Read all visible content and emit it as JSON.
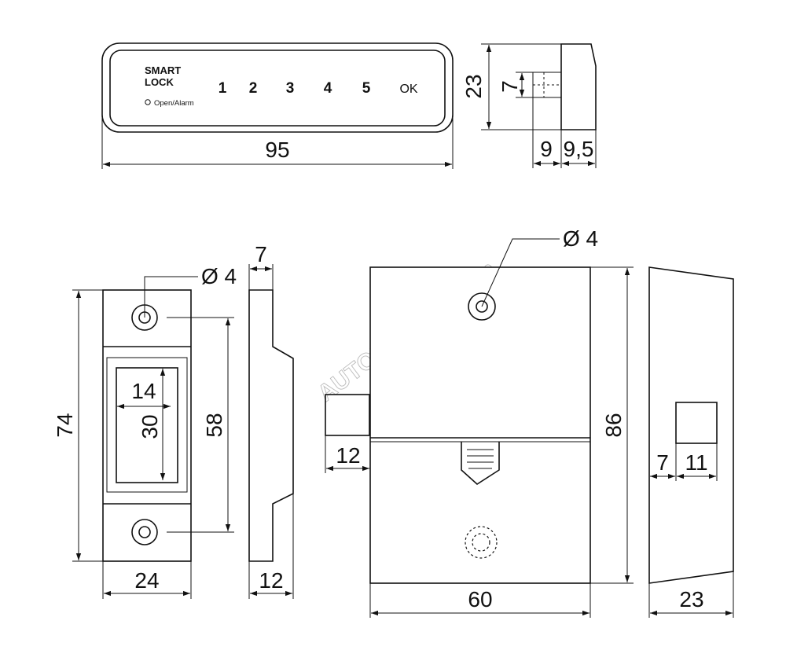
{
  "keypad": {
    "brand_line1": "SMART",
    "brand_line2": "LOCK",
    "indicator_label": "Open/Alarm",
    "keys": [
      "1",
      "2",
      "3",
      "4",
      "5",
      "OK"
    ]
  },
  "dimensions": {
    "keypad_width": "95",
    "keypad_height": "23",
    "knob_height": "7",
    "knob_length": "9",
    "knob_depth": "9,5",
    "hole_strike": "Ø 4",
    "strike_thickness_top": "7",
    "strike_height": "74",
    "strike_hole_spacing": "58",
    "strike_window_width": "14",
    "strike_window_height": "30",
    "strike_width": "24",
    "strike_thickness": "12",
    "hole_lock": "Ø 4",
    "bolt_extension": "12",
    "lock_height": "86",
    "lock_width": "60",
    "side_offset": "7",
    "side_window": "11",
    "side_depth": "23"
  },
  "watermark": "AUTOKLJUCE.com"
}
